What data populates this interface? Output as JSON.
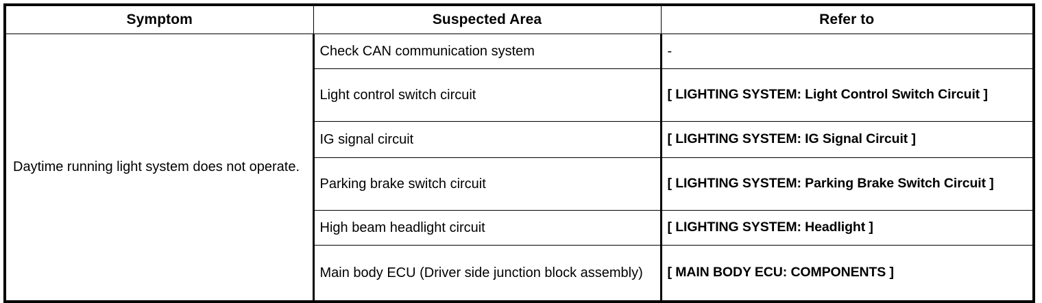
{
  "table": {
    "headers": [
      {
        "key": "symptom",
        "label": "Symptom"
      },
      {
        "key": "suspected_area",
        "label": "Suspected Area"
      },
      {
        "key": "refer_to",
        "label": "Refer to"
      }
    ],
    "symptom": "Daytime running light system does not operate.",
    "rows": [
      {
        "suspected_area": "Check CAN communication system",
        "refer_to": "-",
        "refer_bold": false
      },
      {
        "suspected_area": "Light control switch circuit",
        "refer_to": "[ LIGHTING SYSTEM: Light Control Switch Circuit ]",
        "refer_bold": true
      },
      {
        "suspected_area": "IG signal circuit",
        "refer_to": "[ LIGHTING SYSTEM: IG Signal Circuit ]",
        "refer_bold": true
      },
      {
        "suspected_area": "Parking brake switch circuit",
        "refer_to": "[ LIGHTING SYSTEM: Parking Brake Switch Circuit ]",
        "refer_bold": true
      },
      {
        "suspected_area": "High beam headlight circuit",
        "refer_to": "[ LIGHTING SYSTEM: Headlight ]",
        "refer_bold": true
      },
      {
        "suspected_area": "Main body ECU (Driver side junction block assembly)",
        "refer_to": "[ MAIN BODY ECU: COMPONENTS ]",
        "refer_bold": true
      }
    ]
  },
  "colors": {
    "border": "#000000",
    "text": "#000000",
    "background": "#ffffff"
  }
}
